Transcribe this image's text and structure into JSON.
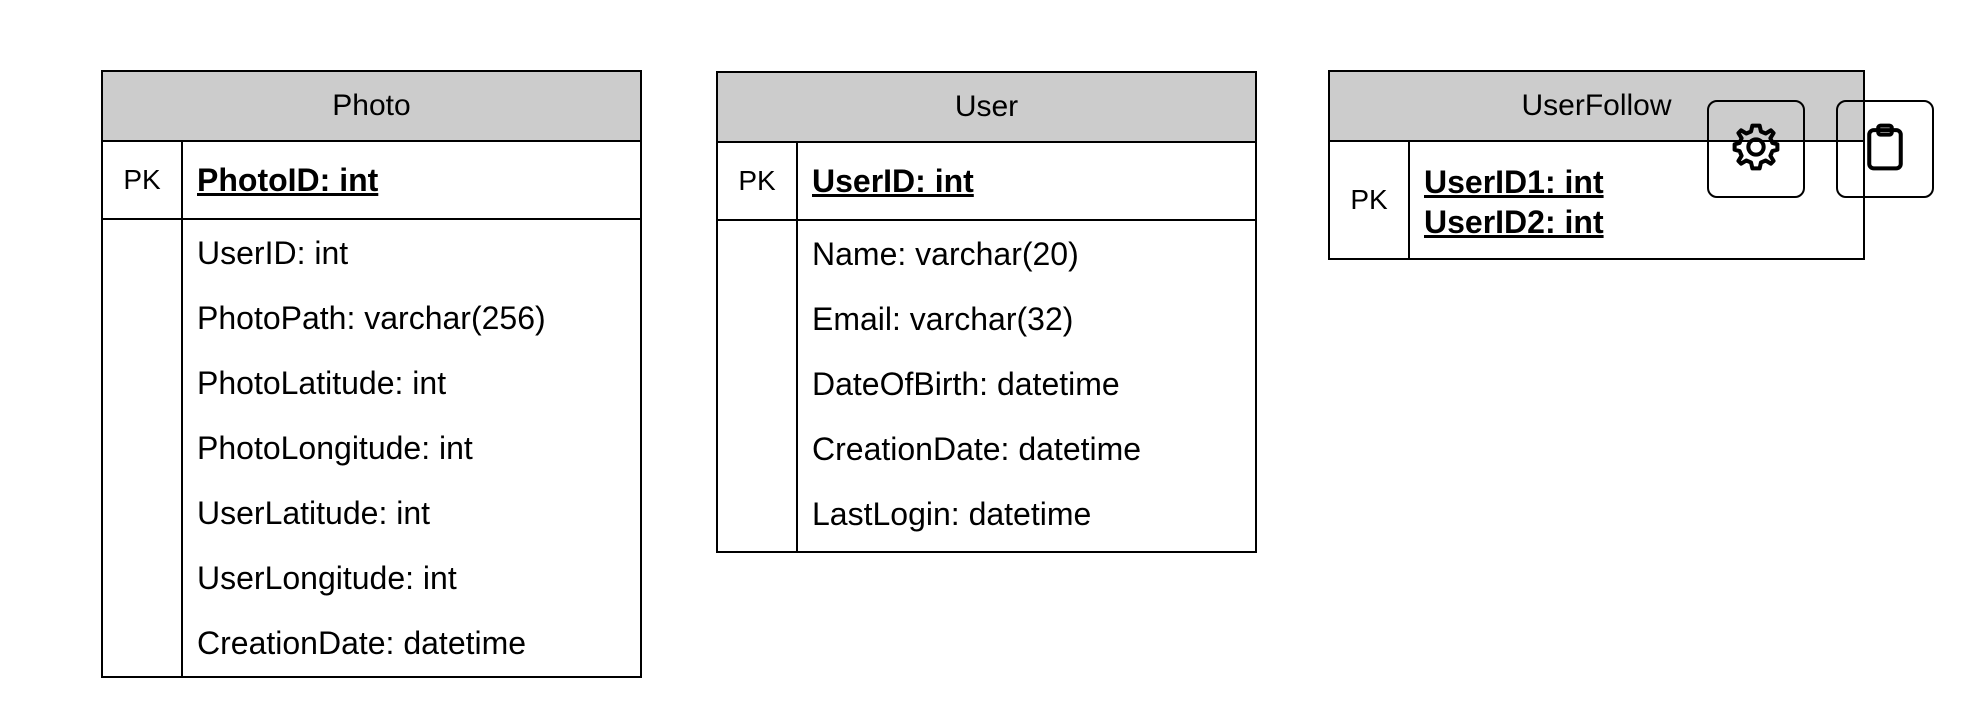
{
  "entities": {
    "photo": {
      "title": "Photo",
      "pk_label": "PK",
      "pk_fields": [
        "PhotoID: int"
      ],
      "fields": [
        "UserID: int",
        "PhotoPath: varchar(256)",
        "PhotoLatitude: int",
        "PhotoLongitude: int",
        "UserLatitude: int",
        "UserLongitude: int",
        "CreationDate: datetime"
      ]
    },
    "user": {
      "title": "User",
      "pk_label": "PK",
      "pk_fields": [
        "UserID: int"
      ],
      "fields": [
        "Name: varchar(20)",
        "Email: varchar(32)",
        "DateOfBirth: datetime",
        "CreationDate: datetime",
        "LastLogin: datetime"
      ]
    },
    "userfollow": {
      "title": "UserFollow",
      "pk_label": "PK",
      "pk_fields": [
        "UserID1: int",
        "UserID2: int"
      ]
    }
  },
  "toolbar": {
    "settings_icon": "gear-icon",
    "clipboard_icon": "clipboard-icon"
  }
}
